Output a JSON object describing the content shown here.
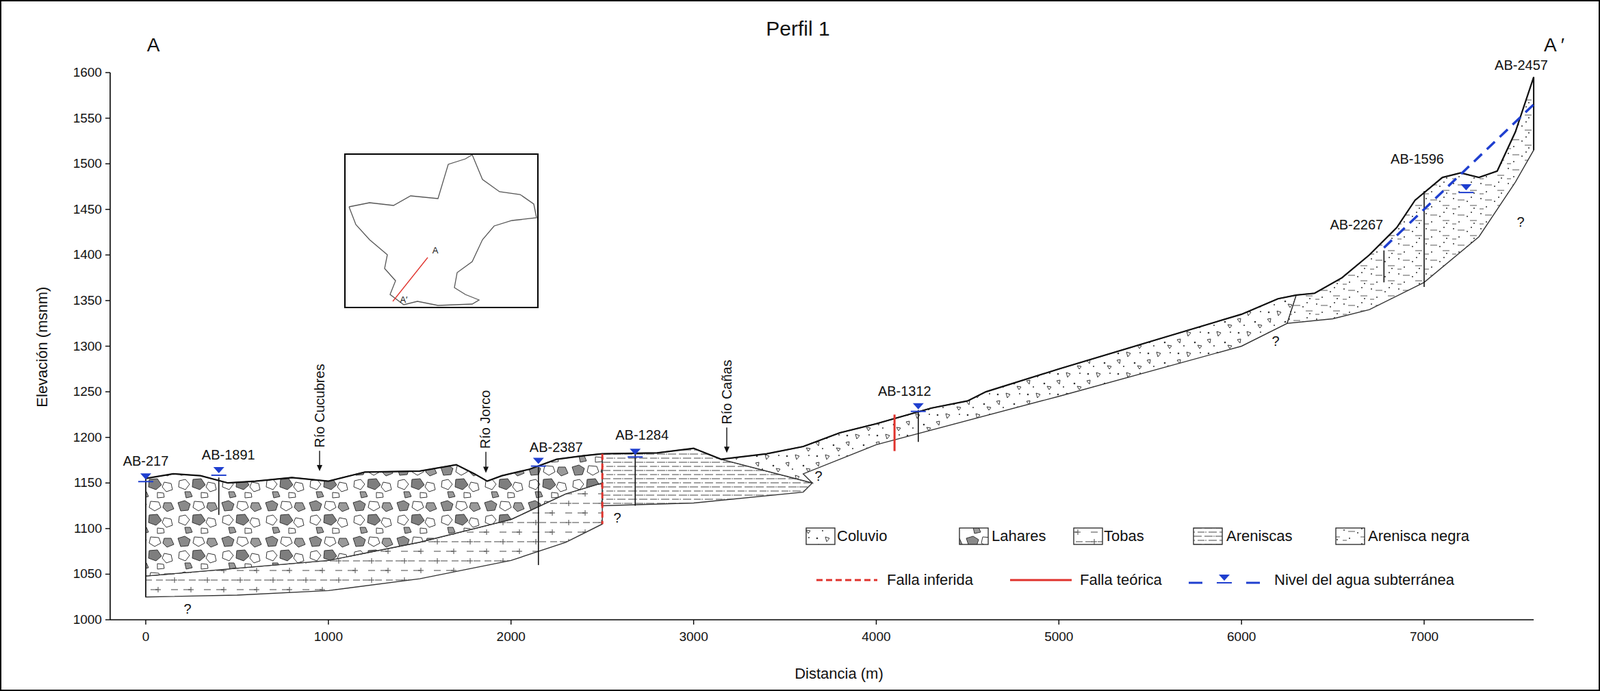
{
  "diagram": {
    "title": "Perfil 1",
    "labels": [
      "A",
      "A ′",
      "1600",
      "1550",
      "1500",
      "1450",
      "1400",
      "1350",
      "1300",
      "1250",
      "1200",
      "1150",
      "1100",
      "1050",
      "1000",
      "0",
      "1000",
      "2000",
      "3000",
      "4000",
      "5000",
      "6000",
      "7000",
      "Elevación (msnm)",
      "Distancia (m)",
      "AB-217",
      "AB-1891",
      "Río Cucubres",
      "Río Jorco",
      "AB-2387",
      "AB-1284",
      "Río Cañas",
      "AB-1312",
      "AB-2267",
      "AB-1596",
      "AB-2457",
      "?",
      "?",
      "?",
      "?",
      "?",
      "A",
      "A′"
    ],
    "legend": [
      {
        "text": "Coluvio"
      },
      {
        "text": "Lahares"
      },
      {
        "text": "Tobas"
      },
      {
        "text": "Areniscas"
      },
      {
        "text": "Arenisca negra"
      },
      {
        "text": "Falla inferida"
      },
      {
        "text": "Falla teórica"
      },
      {
        "text": "Nivel del agua subterránea"
      }
    ]
  }
}
